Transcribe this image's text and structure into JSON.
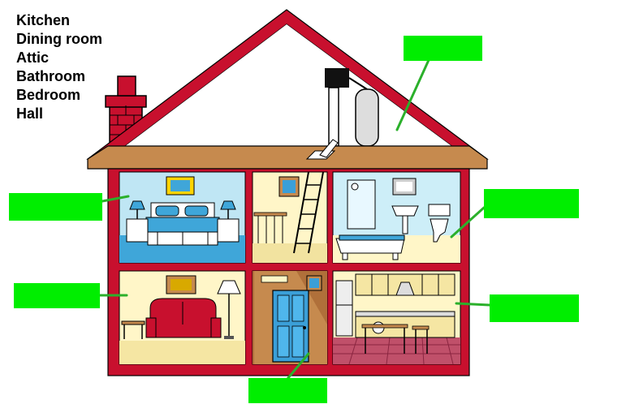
{
  "word_bank": [
    "Kitchen",
    "Dining room",
    "Attic",
    "Bathroom",
    "Bedroom",
    "Hall"
  ],
  "answer_boxes": [
    "",
    "",
    "",
    "",
    "",
    ""
  ],
  "colors": {
    "house_outline": "#c8102e",
    "roof_floor": "#c68a4e",
    "wall_cream": "#fff6c8",
    "bedroom_wall": "#bfe6f4",
    "bathroom_wall": "#cdeef8",
    "label_box": "#00ee00",
    "pointer_line": "#2bb02b",
    "kitchen_floor": "#c0506a",
    "door": "#3b9fd8",
    "hall_wood": "#b0703a",
    "sofa": "#c8102e",
    "bed_blue": "#3fa6d9"
  }
}
